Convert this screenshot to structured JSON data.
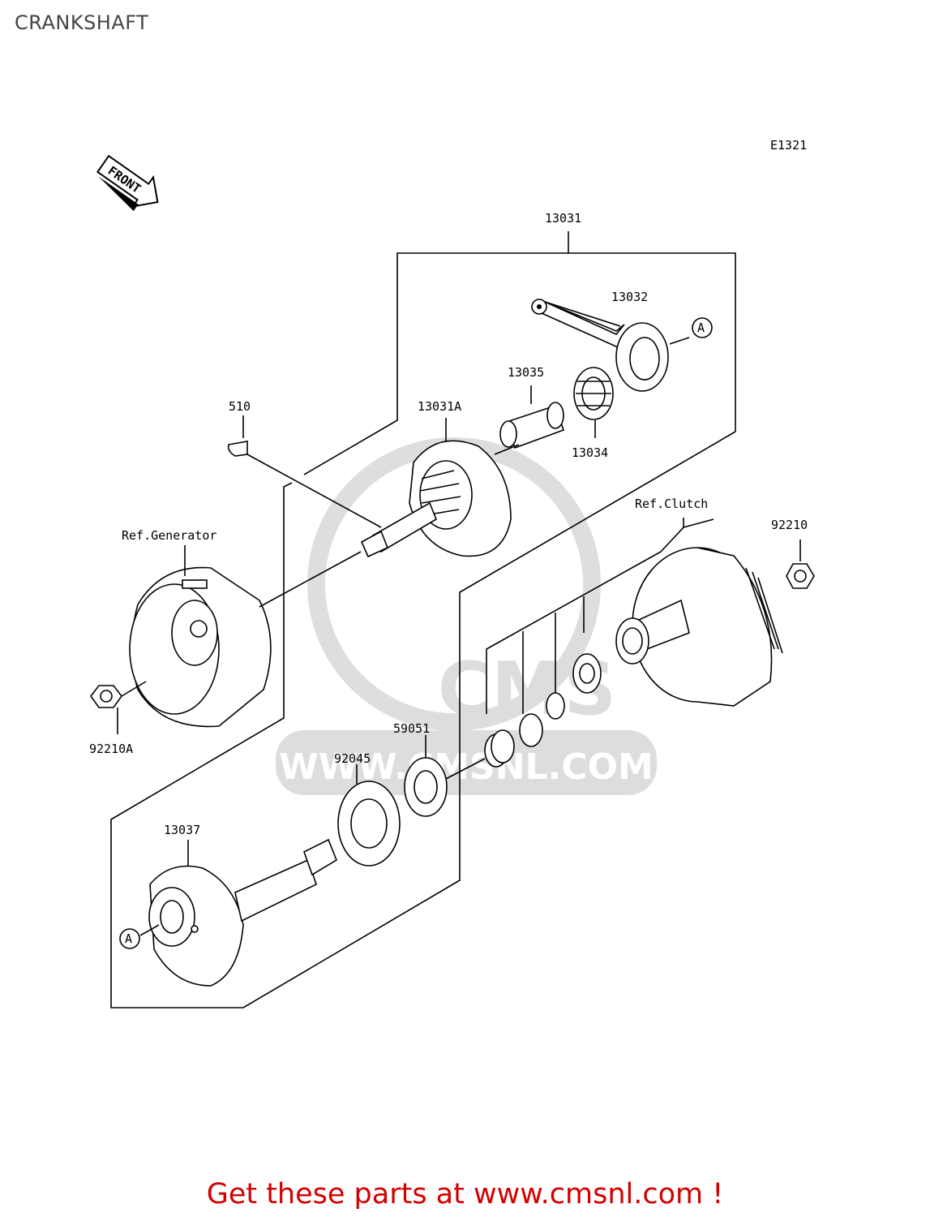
{
  "page": {
    "title": "CRANKSHAFT"
  },
  "diagram": {
    "code": "E1321",
    "front_badge": "FRONT",
    "watermark": {
      "logo": "CMS",
      "url": "WWW.CMSNL.COM"
    },
    "labels": {
      "p13031": "13031",
      "p13032": "13032",
      "p13035": "13035",
      "p13031A": "13031A",
      "p13034": "13034",
      "p510": "510",
      "ref_generator": "Ref.Generator",
      "ref_clutch": "Ref.Clutch",
      "p92210": "92210",
      "p92210A": "92210A",
      "p59051": "59051",
      "p92045": "92045",
      "p13037": "13037",
      "callout_a": "A"
    }
  },
  "footer": {
    "link_text": "Get these parts at www.cmsnl.com !"
  }
}
